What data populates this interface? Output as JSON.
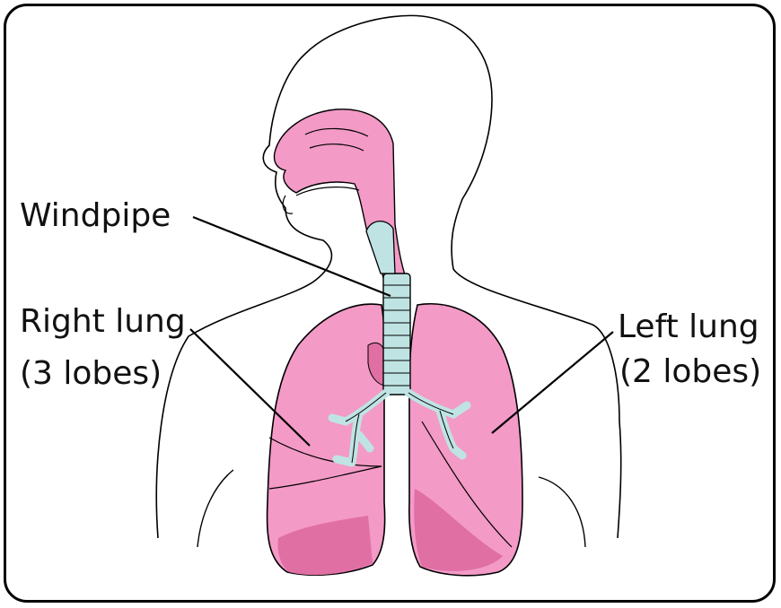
{
  "colors": {
    "lung": "#f39ac6",
    "lung_dark": "#e06fa3",
    "airway": "#bfe3e3",
    "leader": "#000000",
    "outline": "#000000"
  },
  "labels": {
    "windpipe": "Windpipe",
    "right_lung": "Right lung",
    "right_lung_lobes": "(3 lobes)",
    "left_lung": "Left lung",
    "left_lung_lobes": "(2 lobes)"
  }
}
